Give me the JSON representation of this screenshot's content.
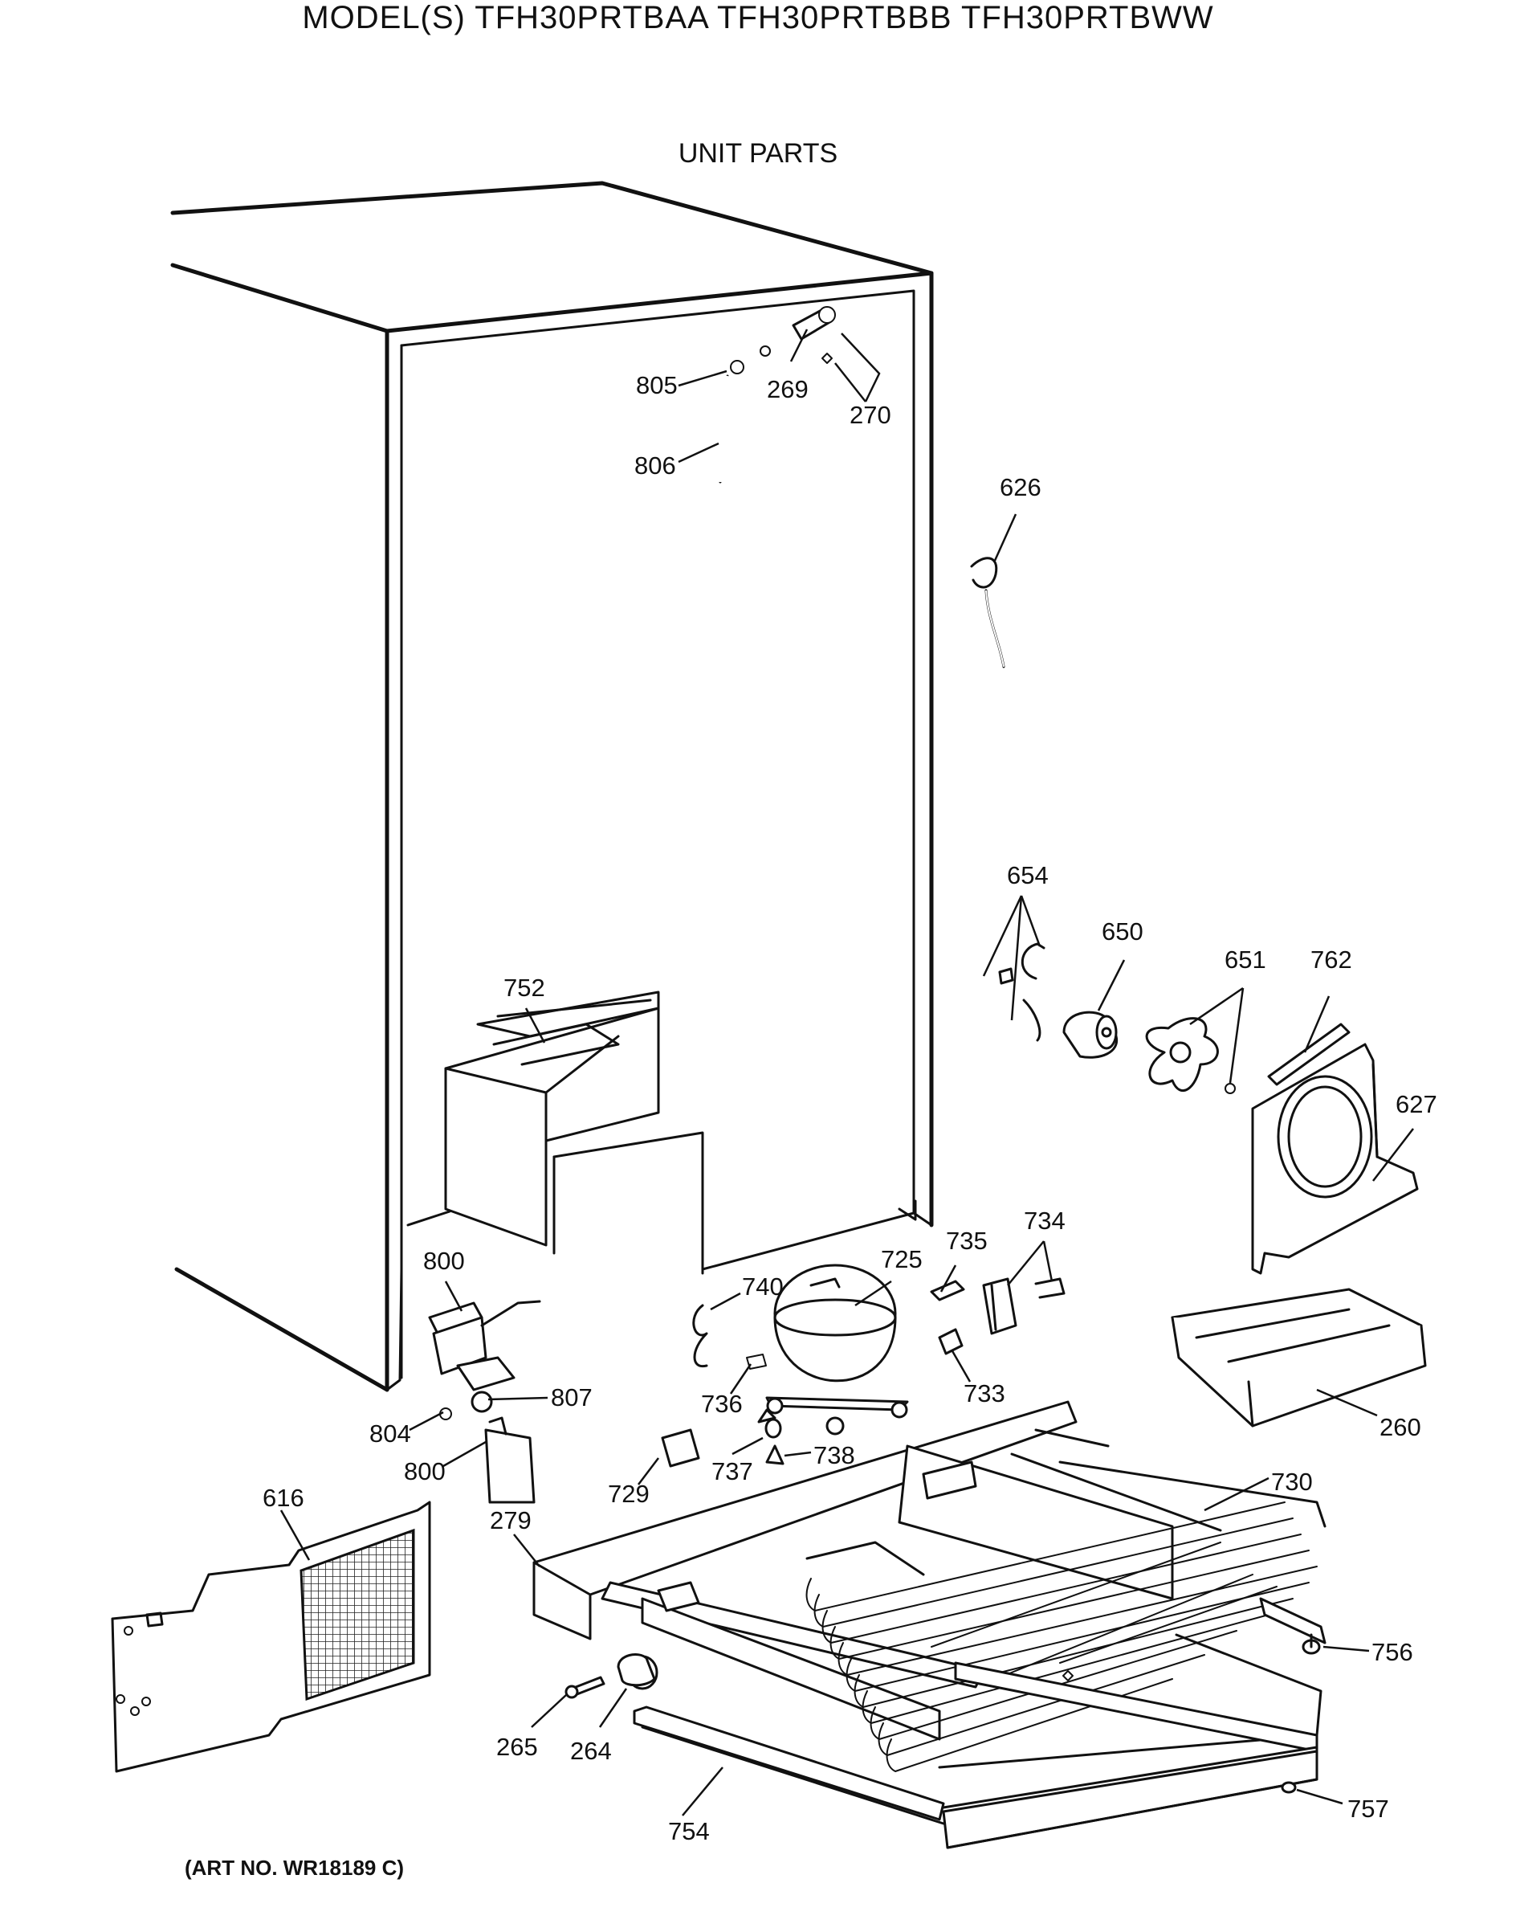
{
  "header": {
    "title": "MODEL(S) TFH30PRTBAA  TFH30PRTBBB  TFH30PRTBWW",
    "subtitle": "UNIT PARTS"
  },
  "footer": {
    "art_number": "(ART NO. WR18189 C)"
  },
  "callouts": [
    {
      "id": "805",
      "text": "805"
    },
    {
      "id": "269",
      "text": "269"
    },
    {
      "id": "270",
      "text": "270"
    },
    {
      "id": "806",
      "text": "806"
    },
    {
      "id": "626",
      "text": "626"
    },
    {
      "id": "654",
      "text": "654"
    },
    {
      "id": "650",
      "text": "650"
    },
    {
      "id": "651",
      "text": "651"
    },
    {
      "id": "762",
      "text": "762"
    },
    {
      "id": "627",
      "text": "627"
    },
    {
      "id": "752",
      "text": "752"
    },
    {
      "id": "800a",
      "text": "800"
    },
    {
      "id": "725",
      "text": "725"
    },
    {
      "id": "735",
      "text": "735"
    },
    {
      "id": "734",
      "text": "734"
    },
    {
      "id": "740",
      "text": "740"
    },
    {
      "id": "807",
      "text": "807"
    },
    {
      "id": "736",
      "text": "736"
    },
    {
      "id": "733",
      "text": "733"
    },
    {
      "id": "804",
      "text": "804"
    },
    {
      "id": "800b",
      "text": "800"
    },
    {
      "id": "260",
      "text": "260"
    },
    {
      "id": "737",
      "text": "737"
    },
    {
      "id": "738",
      "text": "738"
    },
    {
      "id": "729",
      "text": "729"
    },
    {
      "id": "730",
      "text": "730"
    },
    {
      "id": "616",
      "text": "616"
    },
    {
      "id": "279",
      "text": "279"
    },
    {
      "id": "756",
      "text": "756"
    },
    {
      "id": "265",
      "text": "265"
    },
    {
      "id": "264",
      "text": "264"
    },
    {
      "id": "754",
      "text": "754"
    },
    {
      "id": "757",
      "text": "757"
    }
  ]
}
